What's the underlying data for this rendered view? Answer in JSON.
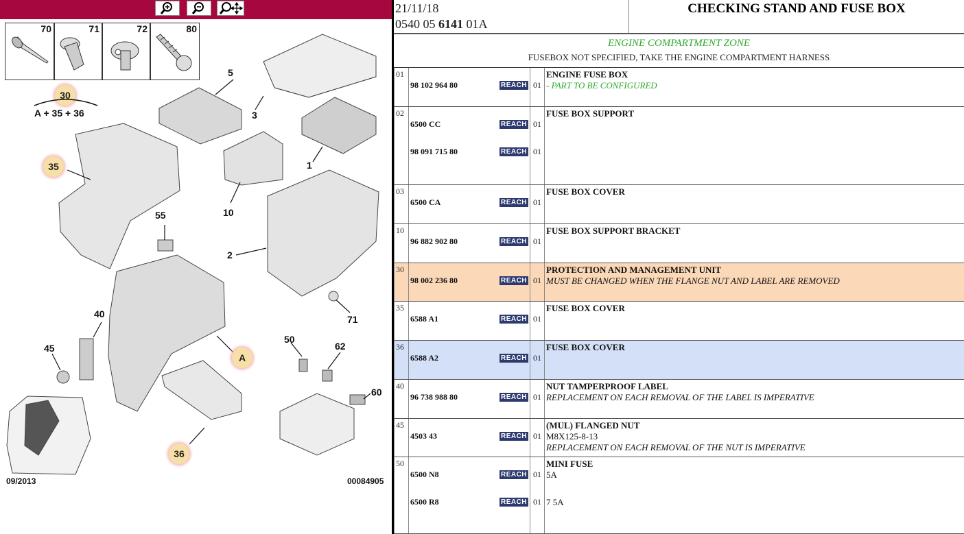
{
  "toolbar": {
    "buttons": [
      {
        "name": "zoom-in-button",
        "icon": "zoom-in-icon"
      },
      {
        "name": "zoom-out-button",
        "icon": "zoom-out-icon"
      },
      {
        "name": "zoom-pan-button",
        "icon": "zoom-pan-icon"
      }
    ]
  },
  "diagram": {
    "fastener_numbers": [
      "70",
      "71",
      "72",
      "80"
    ],
    "group_label": "30",
    "group_formula": "A + 35 + 36",
    "part_labels": [
      "5",
      "3",
      "1",
      "10",
      "2",
      "71",
      "55",
      "40",
      "45",
      "50",
      "62",
      "60"
    ],
    "circled": [
      "35",
      "A",
      "36"
    ],
    "date": "09/2013",
    "ref": "00084905"
  },
  "header": {
    "date": "21/11/18",
    "ref_prefix": "0540 05 ",
    "ref_bold": "6141",
    "ref_suffix": " 01A",
    "title": "CHECKING STAND AND FUSE BOX"
  },
  "zone": {
    "title": "ENGINE COMPARTMENT ZONE",
    "subtitle": "FUSEBOX NOT SPECIFIED, TAKE THE ENGINE COMPARTMENT HARNESS"
  },
  "reach_label": "REACH",
  "rows": [
    {
      "num": "01",
      "parts": [
        {
          "pn": "98 102 964 80",
          "qty": "01"
        }
      ],
      "title": "ENGINE FUSE BOX",
      "lines": [
        {
          "text": "- PART TO BE CONFIGURED",
          "style": "g"
        }
      ]
    },
    {
      "num": "02",
      "parts": [
        {
          "pn": "6500 CC",
          "qty": "01"
        },
        {
          "pn": "98 091 715 80",
          "qty": "01"
        }
      ],
      "title": "FUSE BOX SUPPORT",
      "lines": []
    },
    {
      "num": "03",
      "parts": [
        {
          "pn": "6500 CA",
          "qty": "01"
        }
      ],
      "title": "FUSE BOX COVER",
      "lines": []
    },
    {
      "num": "10",
      "parts": [
        {
          "pn": "96 882 902 80",
          "qty": "01"
        }
      ],
      "title": "FUSE BOX SUPPORT BRACKET",
      "lines": []
    },
    {
      "num": "30",
      "parts": [
        {
          "pn": "98 002 236 80",
          "qty": "01"
        }
      ],
      "title": "PROTECTION AND MANAGEMENT UNIT",
      "lines": [
        {
          "text": "MUST BE CHANGED WHEN THE FLANGE NUT AND LABEL ARE REMOVED",
          "style": "n"
        }
      ]
    },
    {
      "num": "35",
      "parts": [
        {
          "pn": "6588 A1",
          "qty": "01"
        }
      ],
      "title": "FUSE BOX COVER",
      "lines": []
    },
    {
      "num": "36",
      "parts": [
        {
          "pn": "6588 A2",
          "qty": "01"
        }
      ],
      "title": "FUSE BOX COVER",
      "lines": []
    },
    {
      "num": "40",
      "parts": [
        {
          "pn": "96 738 988 80",
          "qty": "01"
        }
      ],
      "title": "NUT TAMPERPROOF LABEL",
      "lines": [
        {
          "text": "REPLACEMENT ON EACH REMOVAL OF THE LABEL IS IMPERATIVE",
          "style": "n"
        }
      ]
    },
    {
      "num": "45",
      "parts": [
        {
          "pn": "4503 43",
          "qty": "01"
        }
      ],
      "title": "(MUL) FLANGED NUT",
      "lines": [
        {
          "text": "M8X125-8-13",
          "style": ""
        },
        {
          "text": "REPLACEMENT ON EACH REMOVAL OF THE NUT IS IMPERATIVE",
          "style": "n"
        }
      ]
    },
    {
      "num": "50",
      "parts": [
        {
          "pn": "6500 N8",
          "qty": "01",
          "desc": "5A"
        },
        {
          "pn": "6500 R8",
          "qty": "01",
          "desc": "7 5A"
        }
      ],
      "title": "MINI FUSE",
      "lines": []
    }
  ]
}
